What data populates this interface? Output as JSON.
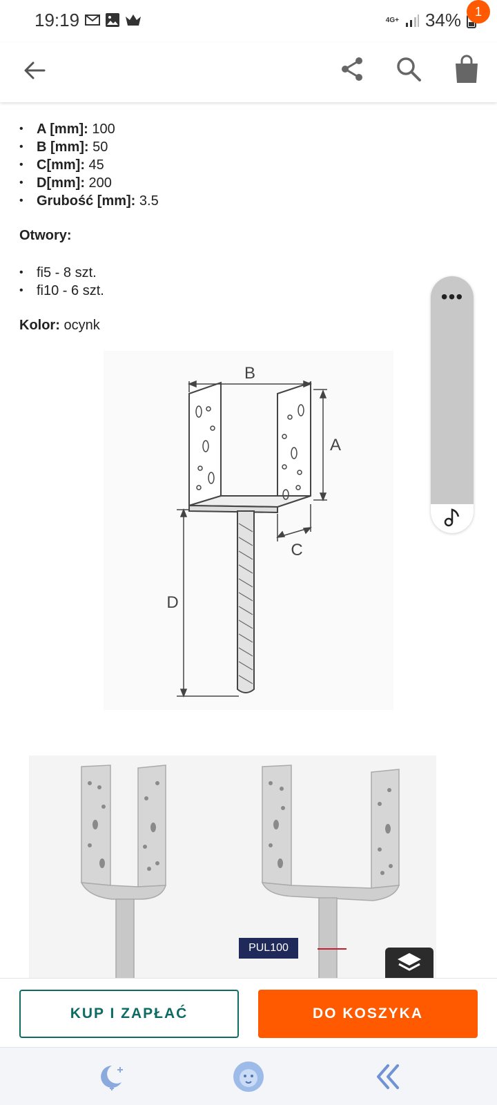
{
  "status_bar": {
    "time": "19:19",
    "network": "4G+",
    "battery": "34%",
    "left_icons": [
      "gmail-icon",
      "gallery-icon",
      "crown-icon"
    ]
  },
  "app_bar": {
    "cart_count": "1",
    "icons": [
      "back-arrow-icon",
      "share-icon",
      "search-icon",
      "cart-icon"
    ]
  },
  "specs": {
    "items": [
      {
        "label": "A [mm]:",
        "value": " 100"
      },
      {
        "label": "B [mm]:",
        "value": " 50"
      },
      {
        "label": "C[mm]:",
        "value": " 45"
      },
      {
        "label": "D[mm]:",
        "value": " 200"
      },
      {
        "label": "Grubość [mm]:",
        "value": " 3.5"
      }
    ],
    "holes_title": "Otwory:",
    "holes": [
      "fi5 - 8 szt.",
      "fi10 - 6 szt."
    ],
    "color_label": "Kolor:",
    "color_value": " ocynk"
  },
  "diagram": {
    "labels": {
      "a": "A",
      "b": "B",
      "c": "C",
      "d": "D"
    }
  },
  "photo": {
    "tag": "PUL100"
  },
  "actions": {
    "buy_now": "KUP I ZAPŁAĆ",
    "add_to_cart": "DO KOSZYKA",
    "accent": "#ff5a00",
    "teal": "#0c6b62"
  },
  "nav": {
    "icons": [
      "moon-icon",
      "lion-icon",
      "back-chevrons-icon"
    ]
  }
}
